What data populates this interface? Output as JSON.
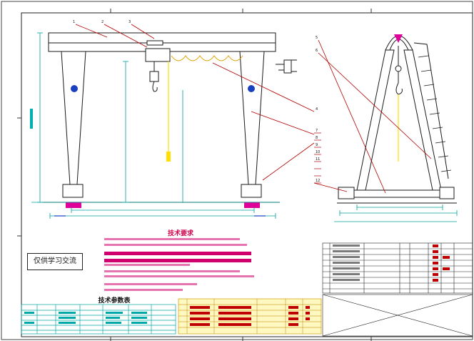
{
  "note_text": "仅供学习交流",
  "tech_requirements_title": "技术要求",
  "tech_params_title": "技术参数表",
  "balloon_numbers": [
    "1",
    "2",
    "3",
    "4",
    "5",
    "6",
    "7",
    "8",
    "9",
    "10",
    "11",
    "12"
  ],
  "colors": {
    "outline": "#1a1a1a",
    "frame": "#333333",
    "dimension": "#00a0a0",
    "leader": "#b00000",
    "highlight": "#d0006f",
    "yellow": "#ffee00",
    "blue": "#1a40c0",
    "table_cyan": "#00a8a8",
    "table_red": "#c00000"
  }
}
